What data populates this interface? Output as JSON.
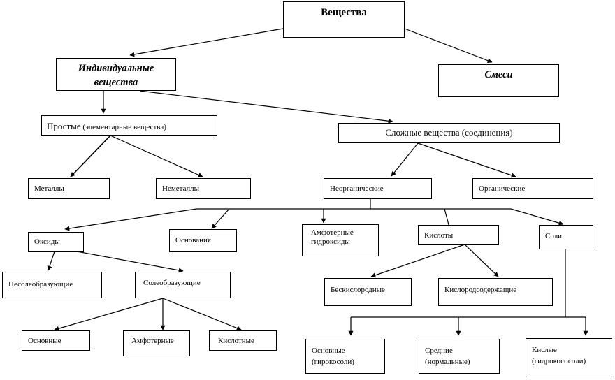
{
  "root": {
    "label": "Вещества"
  },
  "individual": {
    "label": "Индивидуальные\nвещества"
  },
  "mixtures": {
    "label": "Смеси"
  },
  "simple": {
    "label_main": "Простые",
    "label_rest": " (элементарные вещества)"
  },
  "complex": {
    "label": "Сложные вещества (соединения)"
  },
  "metals": {
    "label": "Металлы"
  },
  "nonmetals": {
    "label": "Неметаллы"
  },
  "inorganic": {
    "label": "Неорганические"
  },
  "organic": {
    "label": "Органические"
  },
  "oxides": {
    "label": "Оксиды"
  },
  "bases": {
    "label": "Основания"
  },
  "amphoteric_hydroxides": {
    "label": "Амфотерные\nгидроксиды"
  },
  "acids": {
    "label": "Кислоты"
  },
  "salts": {
    "label": "Соли"
  },
  "nonsaltforming": {
    "label": "Несолеобразующие"
  },
  "saltforming": {
    "label": "Солеобразующие"
  },
  "oxygen_free": {
    "label": "Бескислородные"
  },
  "oxygen_containing": {
    "label": "Кислородсодержащие"
  },
  "basic_oxides": {
    "label": "Основные"
  },
  "amphoteric_oxides": {
    "label": "Амфотерные"
  },
  "acidic_oxides": {
    "label": "Кислотные"
  },
  "basic_salts": {
    "label": "Основные\n(гирокосоли)"
  },
  "middle_salts": {
    "label": "Средние\n(нормальные)"
  },
  "acid_salts": {
    "label": "Кислые\n(гидрокососоли)"
  }
}
